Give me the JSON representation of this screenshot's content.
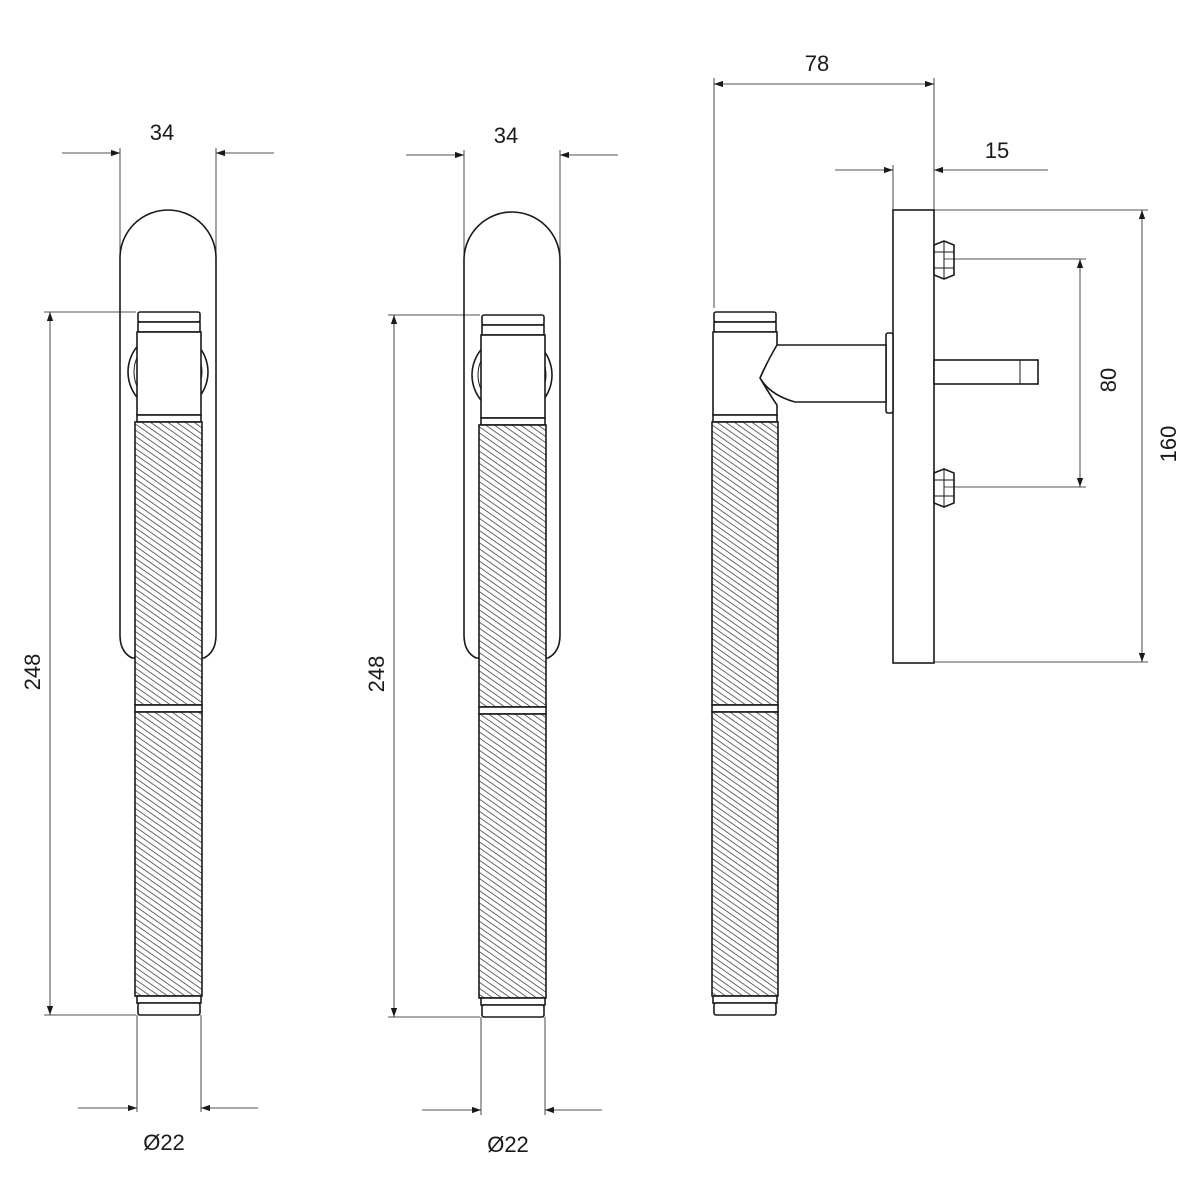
{
  "views": [
    {
      "name": "front-view-1",
      "plate_width": "34",
      "handle_length": "248",
      "grip_diameter": "Ø22"
    },
    {
      "name": "front-view-2",
      "plate_width": "34",
      "handle_length": "248",
      "grip_diameter": "Ø22"
    },
    {
      "name": "side-view",
      "projection": "78",
      "plate_thickness": "15",
      "fixing_centres": "80",
      "plate_height": "160"
    }
  ],
  "colors": {
    "line": "#1a1a1a",
    "background": "#ffffff"
  }
}
